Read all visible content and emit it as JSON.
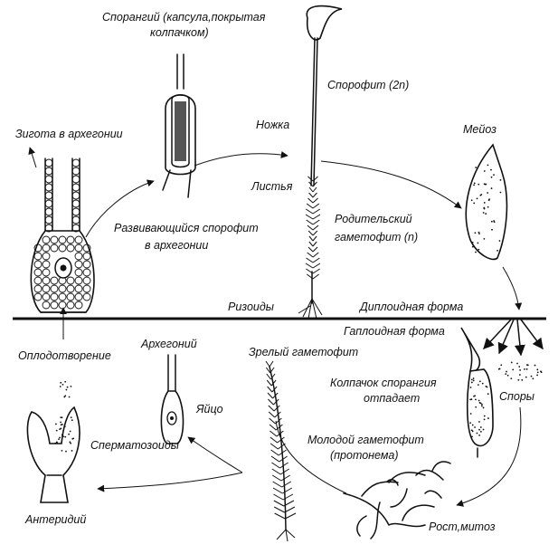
{
  "labels": {
    "sporangium": "Спорангий (капсула,покрытая",
    "sporangium2": "колпачком)",
    "sporophyte": "Спорофит (2n)",
    "seta": "Ножка",
    "leaves": "Листья",
    "rhizoids": "Ризоиды",
    "zygote": "Зигота в архегонии",
    "developing1": "Развивающийся спорофит",
    "developing2": "в архегонии",
    "meiosis": "Мейоз",
    "parent1": "Родительский",
    "parent2": "гаметофит (n)",
    "diploid": "Диплоидная форма",
    "haploid": "Гаплоидная форма",
    "fertilization": "Оплодотворение",
    "archegonium": "Архегоний",
    "egg": "Яйцо",
    "mature": "Зрелый гаметофит",
    "calyptra1": "Колпачок спорангия",
    "calyptra2": "отпадает",
    "spores": "Споры",
    "young1": "Молодой гаметофит",
    "young2": "(протонема)",
    "sperm": "Сперматозоиды",
    "antheridium": "Антеридий",
    "growth": "Рост,митоз"
  }
}
